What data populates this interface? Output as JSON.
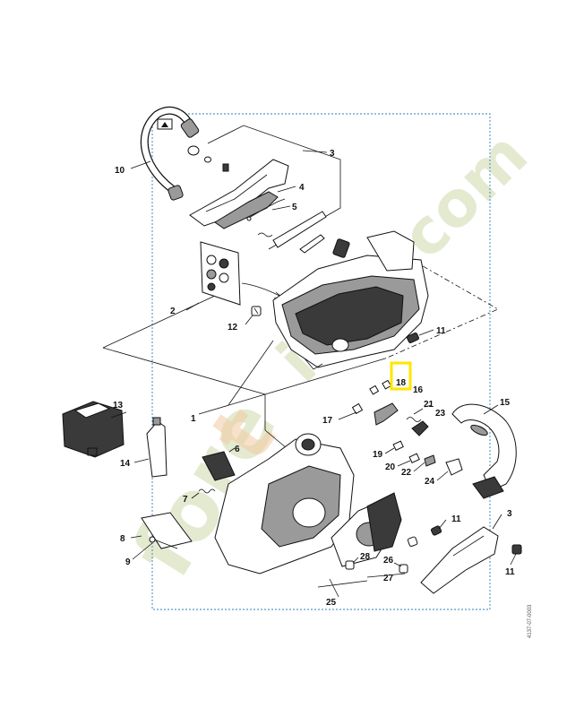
{
  "watermark": {
    "text_main": "fore",
    "text_mid": "t",
    "text_end": "iana.com"
  },
  "callouts": [
    {
      "id": "p10",
      "label": "10"
    },
    {
      "id": "p3a",
      "label": "3"
    },
    {
      "id": "p4",
      "label": "4"
    },
    {
      "id": "p5",
      "label": "5"
    },
    {
      "id": "p2",
      "label": "2"
    },
    {
      "id": "p12",
      "label": "12"
    },
    {
      "id": "p11a",
      "label": "11"
    },
    {
      "id": "p18",
      "label": "18"
    },
    {
      "id": "p16",
      "label": "16"
    },
    {
      "id": "p1",
      "label": "1"
    },
    {
      "id": "p13",
      "label": "13"
    },
    {
      "id": "p15",
      "label": "15"
    },
    {
      "id": "p21",
      "label": "21"
    },
    {
      "id": "p17",
      "label": "17"
    },
    {
      "id": "p23",
      "label": "23"
    },
    {
      "id": "p6",
      "label": "6"
    },
    {
      "id": "p14",
      "label": "14"
    },
    {
      "id": "p19",
      "label": "19"
    },
    {
      "id": "p20",
      "label": "20"
    },
    {
      "id": "p22",
      "label": "22"
    },
    {
      "id": "p24",
      "label": "24"
    },
    {
      "id": "p7",
      "label": "7"
    },
    {
      "id": "p11b",
      "label": "11"
    },
    {
      "id": "p3b",
      "label": "3"
    },
    {
      "id": "p8",
      "label": "8"
    },
    {
      "id": "p28",
      "label": "28"
    },
    {
      "id": "p9",
      "label": "9"
    },
    {
      "id": "p26",
      "label": "26"
    },
    {
      "id": "p27",
      "label": "27"
    },
    {
      "id": "p11c",
      "label": "11"
    },
    {
      "id": "p25",
      "label": "25"
    }
  ],
  "highlight": {
    "label": "18"
  },
  "side_ref": "4137-07-0003"
}
